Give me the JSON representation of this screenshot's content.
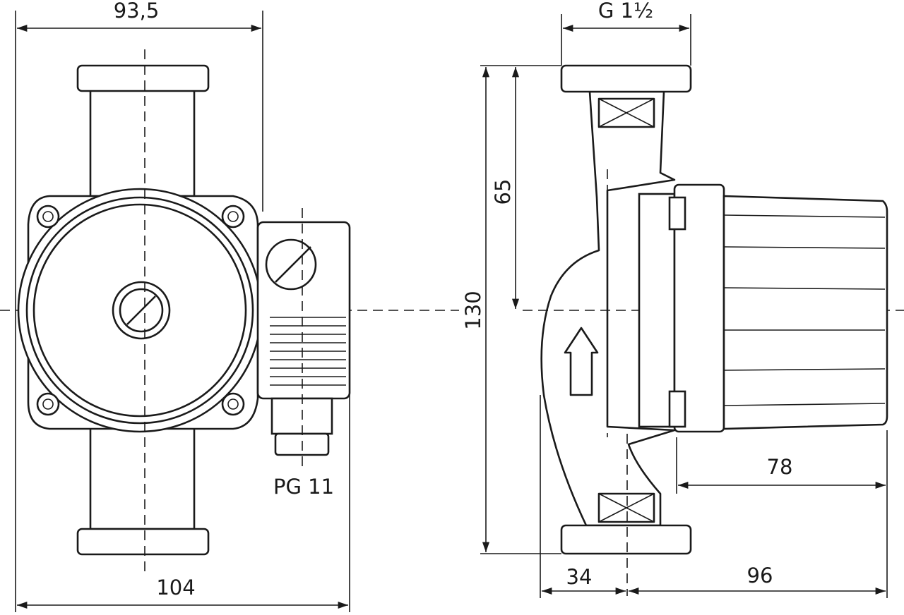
{
  "dimensions": {
    "front_width_top": "93,5",
    "front_width_total": "104",
    "cable_gland": "PG 11",
    "thread": "G 1½",
    "half_height": "65",
    "total_height": "130",
    "motor_length": "78",
    "pipe_offset": "34",
    "side_depth": "96"
  }
}
